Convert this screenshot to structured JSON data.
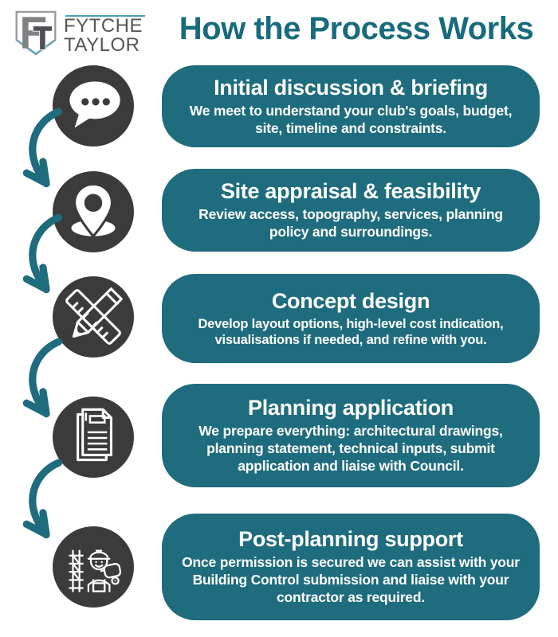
{
  "logo": {
    "monogram": "FT",
    "line1": "FYTCHE",
    "line2": "TAYLOR"
  },
  "header": {
    "title": "How the Process Works"
  },
  "colors": {
    "teal": "#1e6c7d",
    "dark_icon": "#3b3b3b",
    "title_teal": "#176b7d"
  },
  "steps": [
    {
      "icon": "chat-icon",
      "title": "Initial discussion & briefing",
      "body": "We meet to understand your club's goals, budget, site, timeline and constraints."
    },
    {
      "icon": "location-pin-icon",
      "title": "Site appraisal & feasibility",
      "body": "Review access, topography, services, planning policy and surroundings."
    },
    {
      "icon": "pencil-ruler-icon",
      "title": "Concept design",
      "body": "Develop layout options, high-level cost indication, visualisations if needed, and refine with you."
    },
    {
      "icon": "document-icon",
      "title": "Planning application",
      "body": "We prepare everything: architectural drawings, planning statement, technical inputs, submit application and liaise with Council."
    },
    {
      "icon": "builder-icon",
      "title": "Post-planning support",
      "body": "Once permission is secured we can assist with your Building Control submission and liaise with your contractor as required."
    }
  ]
}
